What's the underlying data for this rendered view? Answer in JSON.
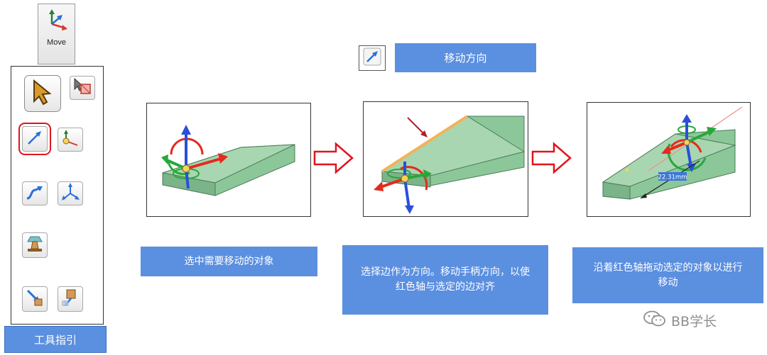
{
  "toolbar": {
    "move_button": {
      "label": "Move",
      "icon": "move-triad-icon"
    },
    "tools": [
      {
        "id": "select",
        "icon": "select-arrow-icon"
      },
      {
        "id": "select-box",
        "icon": "select-box-icon"
      },
      {
        "id": "move-direction",
        "icon": "move-direction-icon",
        "highlighted": true
      },
      {
        "id": "anchor",
        "icon": "anchor-icon"
      },
      {
        "id": "move-along-path",
        "icon": "path-arrow-icon"
      },
      {
        "id": "pivot",
        "icon": "pivot-triad-icon"
      },
      {
        "id": "ruler",
        "icon": "ruler-block-icon"
      },
      {
        "id": "up-to",
        "icon": "up-to-icon"
      },
      {
        "id": "copy-move",
        "icon": "copy-move-icon"
      }
    ],
    "guide_label": "工具指引"
  },
  "header": {
    "direction_label": "移动方向",
    "direction_icon": "move-direction-icon"
  },
  "steps": [
    {
      "caption": "选中需要移动的对象"
    },
    {
      "caption": "选择边作为方向。移动手柄方向，以使红色轴与选定的边对齐"
    },
    {
      "caption": "沿着红色轴拖动选定的对象以进行移动",
      "dimension": "22.31mm"
    }
  ],
  "watermark": {
    "text": "BB学长",
    "icon": "wechat-icon"
  },
  "colors": {
    "accent_blue": "#5b8fe0",
    "highlight_red": "#e0141e",
    "solid_green": "#8cc79a",
    "axis_red": "#e52a1f",
    "axis_green": "#27a83a",
    "axis_blue": "#2b4fd9",
    "edge_orange": "#f4b15a"
  }
}
